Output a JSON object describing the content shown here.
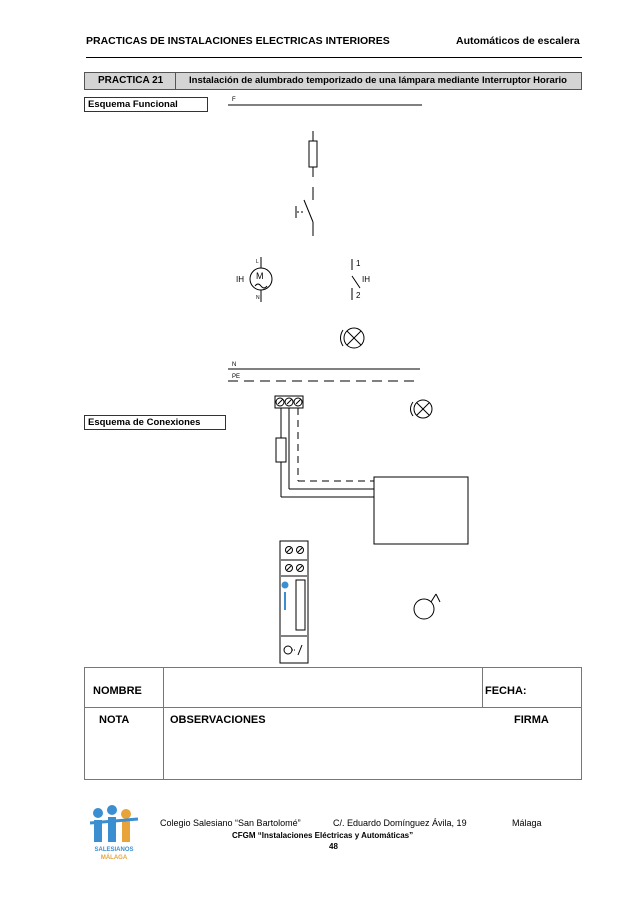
{
  "header": {
    "left_title": "PRACTICAS DE INSTALACIONES ELECTRICAS  INTERIORES",
    "right_title": "Automáticos de escalera"
  },
  "banner": {
    "practice": "PRACTICA 21",
    "title": "Instalación de alumbrado temporizado de una lámpara mediante Interruptor Horario"
  },
  "sections": {
    "functional": "Esquema Funcional",
    "connections": "Esquema de Conexiones"
  },
  "diagram_labels": {
    "f": "F",
    "n": "N",
    "pe": "PE",
    "ih_left": "IH",
    "ih_right": "IH",
    "motor": "M",
    "motor_l": "L",
    "motor_n": "N",
    "contact_1": "1",
    "contact_2": "2"
  },
  "form": {
    "nombre": "NOMBRE",
    "fecha": "FECHA:",
    "nota": "NOTA",
    "observaciones": "OBSERVACIONES",
    "firma": "FIRMA"
  },
  "footer": {
    "school": "Colegio Salesiano “San Bartolomé”",
    "address": "C/. Eduardo Domínguez Ávila, 19",
    "city": "Málaga",
    "course": "CFGM “Instalaciones Eléctricas y Automáticas”",
    "page": "48",
    "logo_text_1": "SALESIANOS",
    "logo_text_2": "MÁLAGA"
  },
  "colors": {
    "banner_bg": "#d4d4d4",
    "logo_blue": "#3b8fd0",
    "logo_orange": "#e8a33a"
  }
}
